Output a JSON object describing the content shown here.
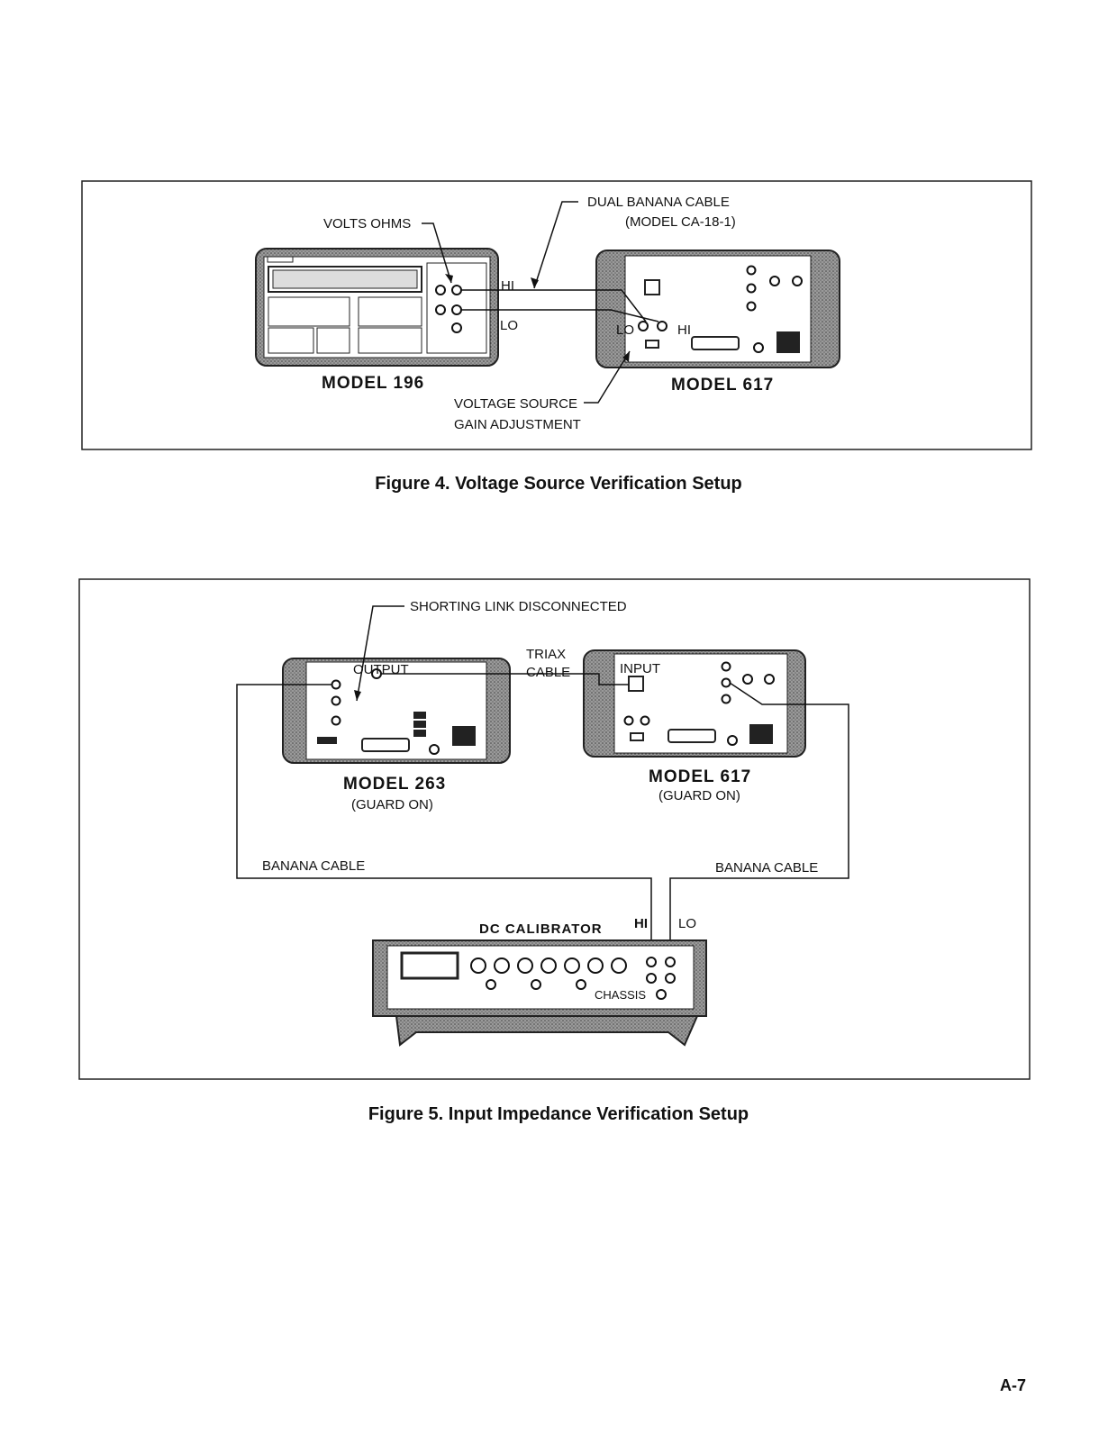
{
  "figure4": {
    "caption": "Figure 4. Voltage Source Verification Setup",
    "labels": {
      "volts_ohms": "VOLTS OHMS",
      "dual_banana_line1": "DUAL BANANA CABLE",
      "dual_banana_line2": "(MODEL CA-18-1)",
      "hi_cable": "HI",
      "lo_cable": "LO",
      "hi_617": "HI",
      "lo_617": "LO",
      "model_196": "MODEL 196",
      "model_617": "MODEL 617",
      "vsource_line1": "VOLTAGE SOURCE",
      "vsource_line2": "GAIN ADJUSTMENT"
    }
  },
  "figure5": {
    "caption": "Figure 5. Input Impedance Verification Setup",
    "labels": {
      "shorting_link": "SHORTING LINK DISCONNECTED",
      "output": "OUTPUT",
      "triax_line1": "TRIAX",
      "triax_line2": "CABLE",
      "input": "INPUT",
      "model_263": "MODEL 263",
      "guard_on_263": "(GUARD ON)",
      "model_617": "MODEL 617",
      "guard_on_617": "(GUARD ON)",
      "banana_left": "BANANA CABLE",
      "banana_right": "BANANA CABLE",
      "dc_calibrator": "DC CALIBRATOR",
      "hi": "HI",
      "lo": "LO",
      "chassis": "CHASSIS"
    }
  },
  "page_number": "A-7"
}
